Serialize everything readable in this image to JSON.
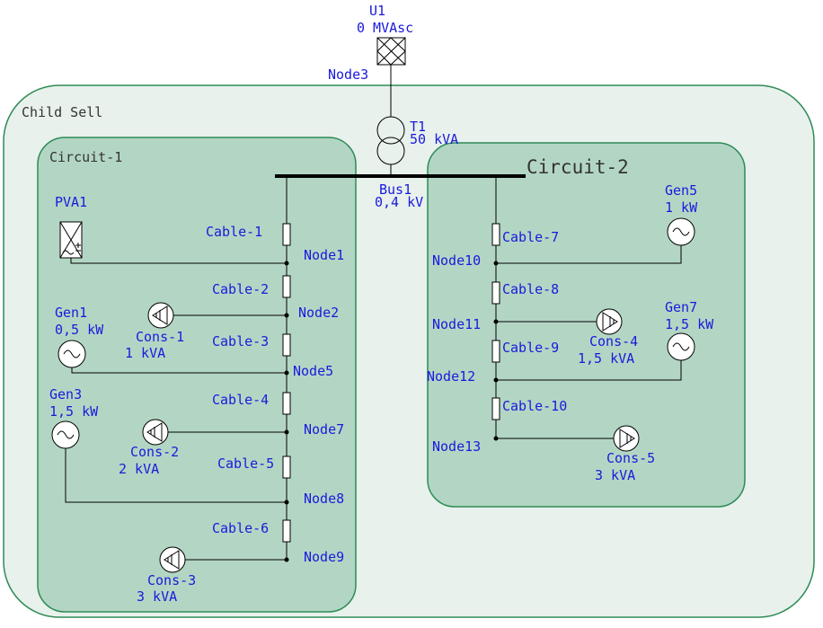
{
  "colors": {
    "outer_fill": "#e8f1ec",
    "outer_stroke": "#2e8b57",
    "circuit_fill": "#b3d6c4",
    "label_blue": "#1a1adc",
    "label_dark": "#333333"
  },
  "source": {
    "name": "U1",
    "rating": "0 MVAsc",
    "node": "Node3",
    "icon": "grid-source-icon"
  },
  "transformer": {
    "name": "T1",
    "rating": "50 kVA",
    "icon": "transformer-icon"
  },
  "bus": {
    "name": "Bus1",
    "voltage": "0,4 kV"
  },
  "child_cell": {
    "label": "Child Sell"
  },
  "circuit1": {
    "label": "Circuit-1",
    "cables": [
      "Cable-1",
      "Cable-2",
      "Cable-3",
      "Cable-4",
      "Cable-5",
      "Cable-6"
    ],
    "nodes": [
      "Node1",
      "Node2",
      "Node5",
      "Node7",
      "Node8",
      "Node9"
    ],
    "pv": {
      "name": "PVA1",
      "icon": "pv-array-icon"
    },
    "generators": [
      {
        "name": "Gen1",
        "rating": "0,5 kW"
      },
      {
        "name": "Gen3",
        "rating": "1,5 kW"
      }
    ],
    "consumers": [
      {
        "name": "Cons-1",
        "rating": "1 kVA"
      },
      {
        "name": "Cons-2",
        "rating": "2 kVA"
      },
      {
        "name": "Cons-3",
        "rating": "3 kVA"
      }
    ]
  },
  "circuit2": {
    "label": "Circuit-2",
    "cables": [
      "Cable-7",
      "Cable-8",
      "Cable-9",
      "Cable-10"
    ],
    "nodes": [
      "Node10",
      "Node11",
      "Node12",
      "Node13"
    ],
    "generators": [
      {
        "name": "Gen5",
        "rating": "1 kW"
      },
      {
        "name": "Gen7",
        "rating": "1,5 kW"
      }
    ],
    "consumers": [
      {
        "name": "Cons-4",
        "rating": "1,5 kVA"
      },
      {
        "name": "Cons-5",
        "rating": "3 kVA"
      }
    ]
  }
}
